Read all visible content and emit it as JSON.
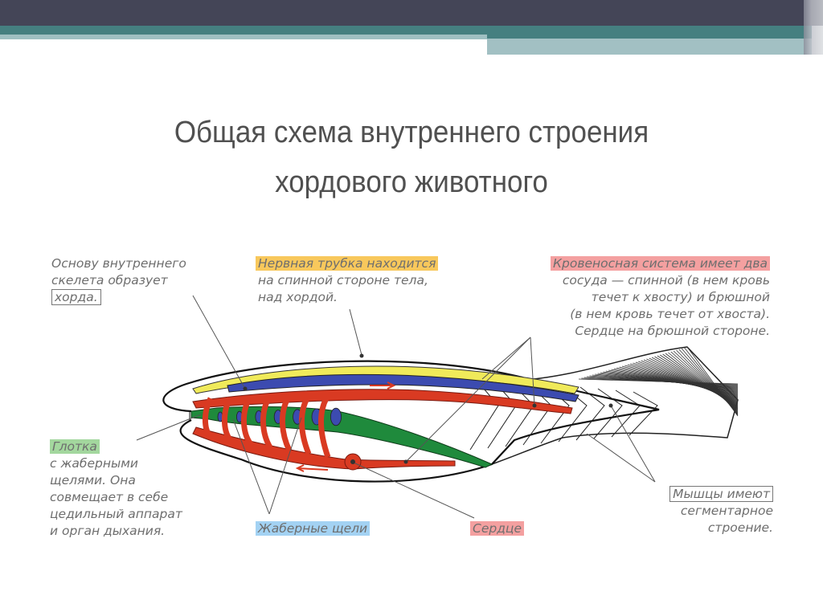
{
  "slide": {
    "title_line1": "Общая схема внутреннего строения",
    "title_line2": "хордового животного"
  },
  "labels": {
    "chord": {
      "line1": "Основу внутреннего",
      "line2": "скелета образует",
      "boxed": "хорда."
    },
    "neural_tube": {
      "highlight": "Нервная трубка находится",
      "line2": "на спинной стороне тела,",
      "line3": "над хордой."
    },
    "circulatory": {
      "highlight": "Кровеносная система имеет два",
      "line2": "сосуда — спинной (в нем кровь",
      "line3": "течет к хвосту) и брюшной",
      "line4": "(в  нем кровь течет от хвоста).",
      "line5": "Сердце на брюшной стороне."
    },
    "pharynx": {
      "highlight": "Глотка",
      "line2": "с жаберными",
      "line3": "щелями. Она",
      "line4": "совмещает в себе",
      "line5": "цедильный аппарат",
      "line6": "и орган дыхания."
    },
    "gill_slits": {
      "highlight": "Жаберные щели"
    },
    "heart": {
      "highlight": "Сердце"
    },
    "muscles": {
      "boxed": "Мышцы имеют",
      "line2": "сегментарное",
      "line3": "строение."
    }
  },
  "colors": {
    "header_dark": "#444557",
    "header_teal": "#457f80",
    "header_light": "#a2c0c3",
    "yellow_highlight": "#f8c85c",
    "pink_highlight": "#f4a0a0",
    "green_highlight": "#a3d79e",
    "blue_highlight": "#a3d2f3",
    "neural_tube": "#f0ea5a",
    "chord": "#3c4bb0",
    "vessels": "#d93a22",
    "pharynx": "#1f8a3c"
  }
}
